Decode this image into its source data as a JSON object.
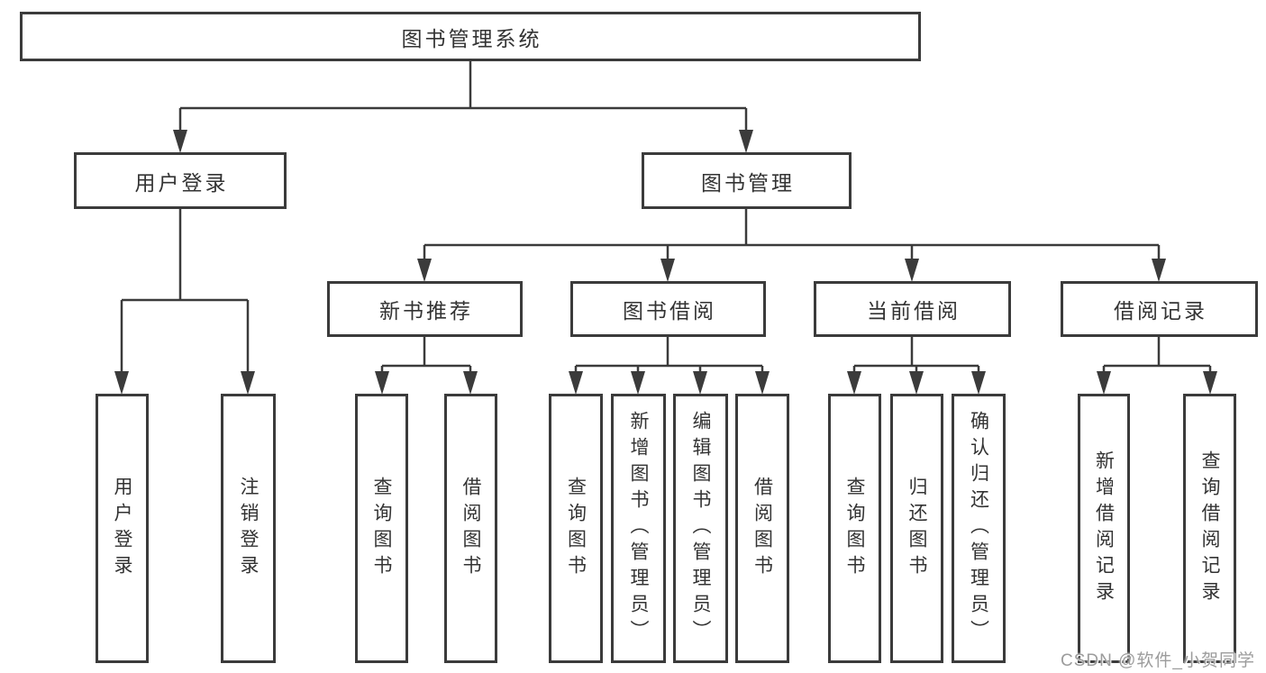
{
  "colors": {
    "line": "#3b3b3b",
    "text": "#333333",
    "watermark": "#9c9c9c",
    "background": "#ffffff"
  },
  "diagram": {
    "root": {
      "label": "图书管理系统"
    },
    "level2": [
      {
        "label": "用户登录"
      },
      {
        "label": "图书管理"
      }
    ],
    "level3": [
      {
        "label": "新书推荐"
      },
      {
        "label": "图书借阅"
      },
      {
        "label": "当前借阅"
      },
      {
        "label": "借阅记录"
      }
    ],
    "leaf_groups": [
      {
        "items": [
          {
            "label": "用户登录"
          },
          {
            "label": "注销登录"
          }
        ]
      },
      {
        "items": [
          {
            "label": "查询图书"
          },
          {
            "label": "借阅图书"
          }
        ]
      },
      {
        "items": [
          {
            "label": "查询图书"
          },
          {
            "label": "新增图书（管理员）"
          },
          {
            "label": "编辑图书（管理员）"
          },
          {
            "label": "借阅图书"
          }
        ]
      },
      {
        "items": [
          {
            "label": "查询图书"
          },
          {
            "label": "归还图书"
          },
          {
            "label": "确认归还（管理员）"
          }
        ]
      },
      {
        "items": [
          {
            "label": "新增借阅记录"
          },
          {
            "label": "查询借阅记录"
          }
        ]
      }
    ]
  },
  "watermark": {
    "text": "CSDN @软件_小贺同学"
  }
}
